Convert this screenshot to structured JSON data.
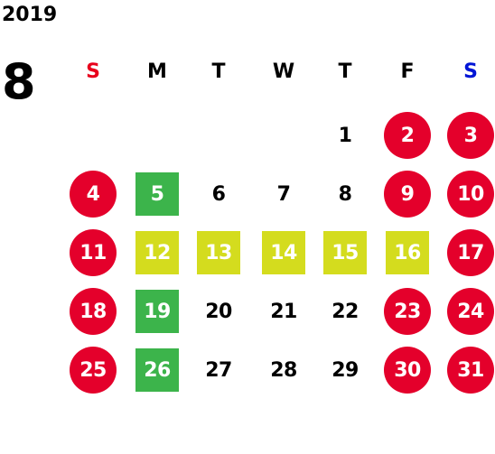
{
  "calendar": {
    "year": "2019",
    "month": "8",
    "weekdays": [
      {
        "label": "S",
        "color": "#e8001c"
      },
      {
        "label": "M",
        "color": "#000000"
      },
      {
        "label": "T",
        "color": "#000000"
      },
      {
        "label": "W",
        "color": "#000000"
      },
      {
        "label": "T",
        "color": "#000000"
      },
      {
        "label": "F",
        "color": "#000000"
      },
      {
        "label": "S",
        "color": "#0015d6"
      }
    ],
    "colors": {
      "holiday_red": "#e4002b",
      "green": "#3cb44b",
      "yellow": "#d4dc1e",
      "text": "#000000"
    },
    "weeks": [
      [
        null,
        null,
        null,
        null,
        {
          "d": "1",
          "s": "plain"
        },
        {
          "d": "2",
          "s": "red"
        },
        {
          "d": "3",
          "s": "red"
        }
      ],
      [
        {
          "d": "4",
          "s": "red"
        },
        {
          "d": "5",
          "s": "green"
        },
        {
          "d": "6",
          "s": "plain"
        },
        {
          "d": "7",
          "s": "plain"
        },
        {
          "d": "8",
          "s": "plain"
        },
        {
          "d": "9",
          "s": "red"
        },
        {
          "d": "10",
          "s": "red"
        }
      ],
      [
        {
          "d": "11",
          "s": "red"
        },
        {
          "d": "12",
          "s": "yellow"
        },
        {
          "d": "13",
          "s": "yellow"
        },
        {
          "d": "14",
          "s": "yellow"
        },
        {
          "d": "15",
          "s": "yellow"
        },
        {
          "d": "16",
          "s": "yellow"
        },
        {
          "d": "17",
          "s": "red"
        }
      ],
      [
        {
          "d": "18",
          "s": "red"
        },
        {
          "d": "19",
          "s": "green"
        },
        {
          "d": "20",
          "s": "plain"
        },
        {
          "d": "21",
          "s": "plain"
        },
        {
          "d": "22",
          "s": "plain"
        },
        {
          "d": "23",
          "s": "red"
        },
        {
          "d": "24",
          "s": "red"
        }
      ],
      [
        {
          "d": "25",
          "s": "red"
        },
        {
          "d": "26",
          "s": "green"
        },
        {
          "d": "27",
          "s": "plain"
        },
        {
          "d": "28",
          "s": "plain"
        },
        {
          "d": "29",
          "s": "plain"
        },
        {
          "d": "30",
          "s": "red"
        },
        {
          "d": "31",
          "s": "red"
        }
      ]
    ]
  }
}
